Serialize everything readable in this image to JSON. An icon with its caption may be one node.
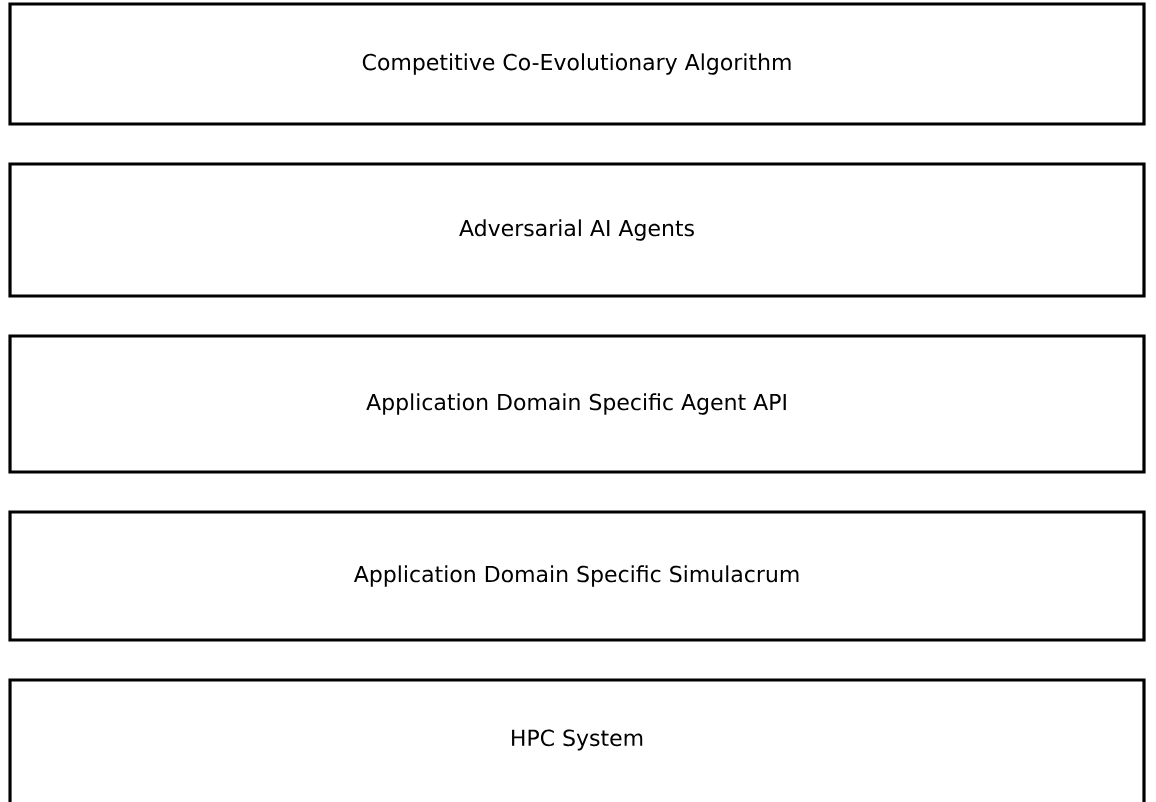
{
  "diagram": {
    "nodes": [
      {
        "text": [
          "Competitive Co-Evolutionary Algorithm"
        ]
      },
      {
        "text": [
          "Adversarial AI Agents"
        ]
      },
      {
        "text": [
          "Application Domain Specific Agent API"
        ]
      },
      {
        "text": [
          "Application Domain Specific Simulacrum"
        ]
      },
      {
        "text": [
          "HPC System"
        ]
      }
    ]
  }
}
